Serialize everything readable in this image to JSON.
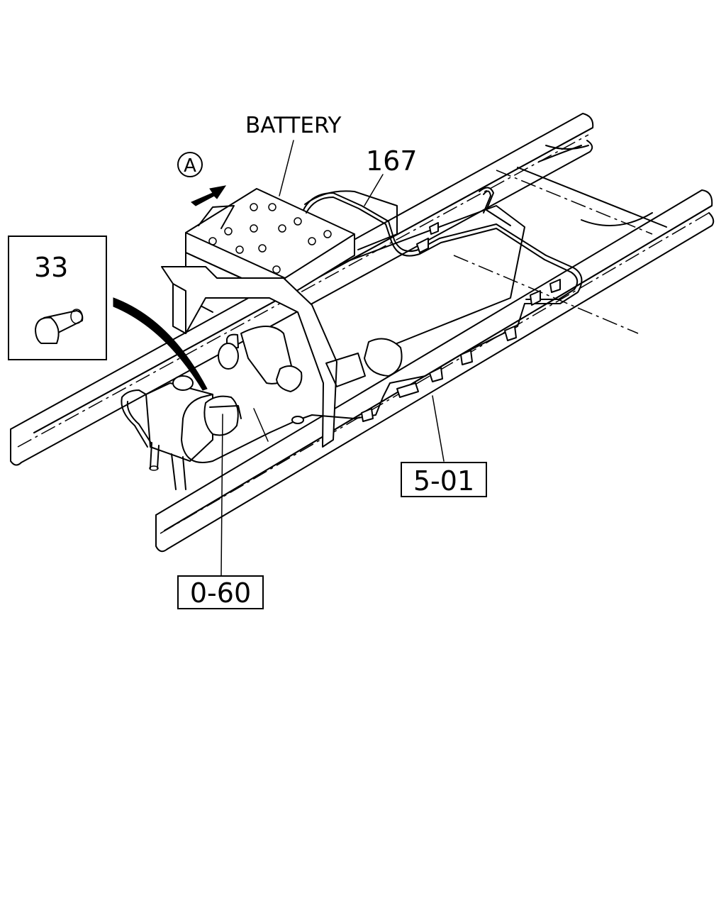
{
  "labels": {
    "battery": "BATTERY",
    "view_marker": "A",
    "part_167": "167",
    "part_33": "33",
    "ref_5_01": "5-01",
    "ref_0_60": "0-60"
  },
  "icons": {
    "view_arrow": "view-direction-arrow-icon"
  }
}
